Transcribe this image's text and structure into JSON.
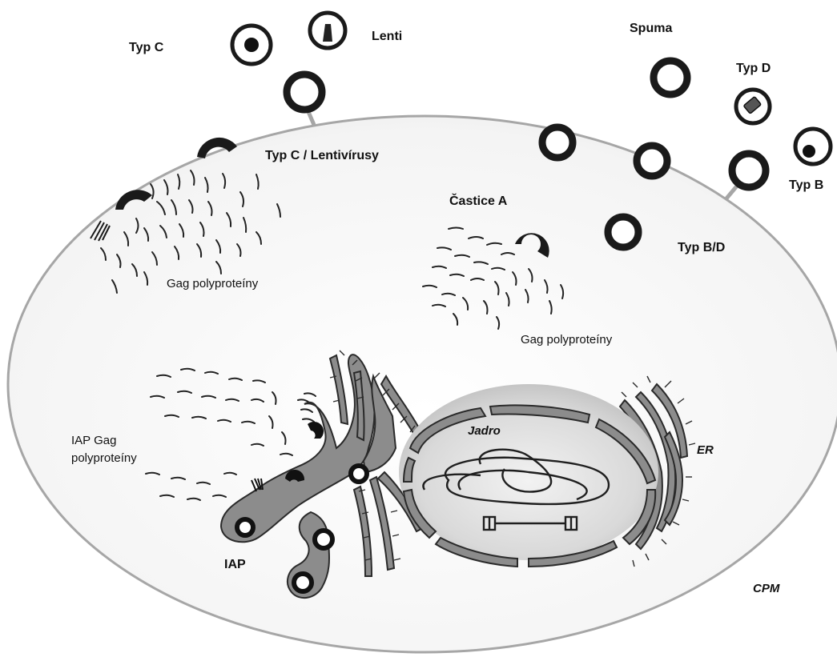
{
  "labels": {
    "typ_c": "Typ C",
    "lenti": "Lenti",
    "spuma": "Spuma",
    "typ_d": "Typ D",
    "typ_b": "Typ B",
    "typ_c_lenti": "Typ C / Lentivírusy",
    "castice_a": "Častice A",
    "typ_bd": "Typ B/D",
    "gag_left": "Gag polyproteíny",
    "gag_center": "Gag polyproteíny",
    "iap_gag_line1": "IAP Gag",
    "iap_gag_line2": "polyproteíny",
    "jadro": "Jadro",
    "er": "ER",
    "iap": "IAP",
    "cpm": "CPM"
  },
  "colors": {
    "membrane": "#a6a6a6",
    "cell_fill": "#f3f3f3",
    "nucleus_fill": "#d6d6d6",
    "er_fill": "#8c8c8c",
    "particle": "#1a1a1a"
  }
}
